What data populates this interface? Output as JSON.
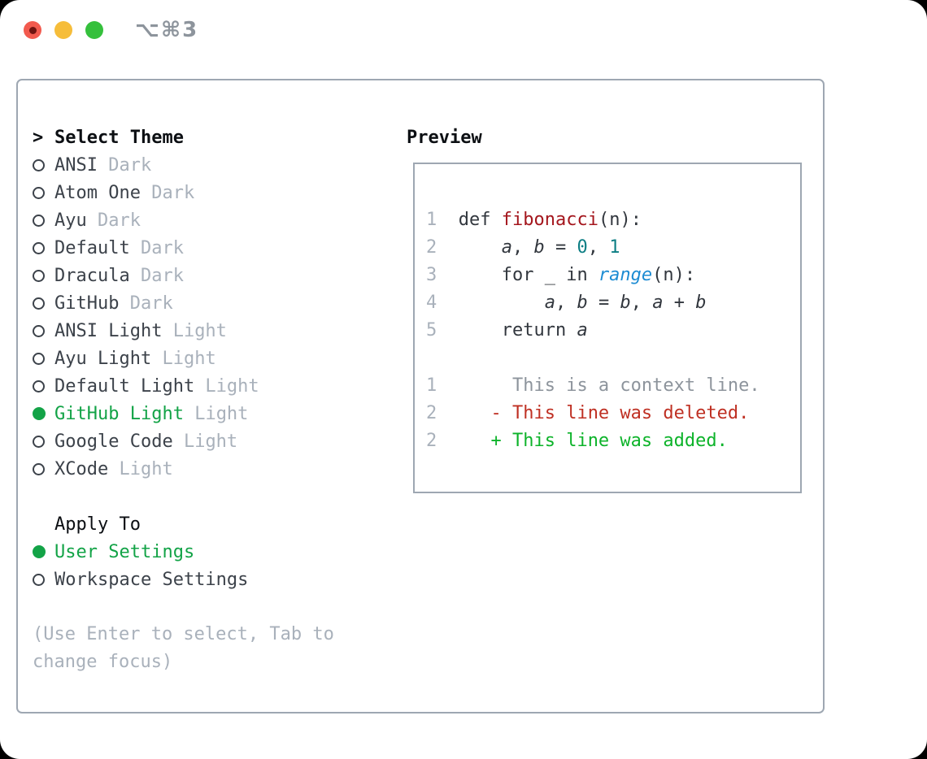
{
  "window": {
    "shortcut": "⌥⌘3"
  },
  "colors": {
    "accent_green": "#13a347",
    "text_dark": "#3c424a",
    "text_black": "#0c0f13",
    "muted_gray": "#a9b1bb",
    "hint_gray": "#a9b1bb",
    "border_gray": "#9ea7b2",
    "code_plain": "#32373e",
    "line_number": "#a9b1bb",
    "func_red": "#a4161d",
    "number_teal": "#0d7e84",
    "builtin_blue": "#1d8cd3",
    "context_gray": "#8d949c",
    "deleted_red": "#bf3023",
    "added_green": "#0db32a",
    "traffic_red": "#f25a4e",
    "traffic_red_dot": "#701410",
    "traffic_yellow": "#f6bd3a",
    "traffic_green": "#35c03c",
    "shortcut_gray": "#8d949c"
  },
  "theme_list": {
    "header_prefix": ">",
    "header": "Select Theme",
    "items": [
      {
        "name": "ANSI",
        "variant": "Dark",
        "selected": false
      },
      {
        "name": "Atom One",
        "variant": "Dark",
        "selected": false
      },
      {
        "name": "Ayu",
        "variant": "Dark",
        "selected": false
      },
      {
        "name": "Default",
        "variant": "Dark",
        "selected": false
      },
      {
        "name": "Dracula",
        "variant": "Dark",
        "selected": false
      },
      {
        "name": "GitHub",
        "variant": "Dark",
        "selected": false
      },
      {
        "name": "ANSI Light",
        "variant": "Light",
        "selected": false
      },
      {
        "name": "Ayu Light",
        "variant": "Light",
        "selected": false
      },
      {
        "name": "Default Light",
        "variant": "Light",
        "selected": false
      },
      {
        "name": "GitHub Light",
        "variant": "Light",
        "selected": true
      },
      {
        "name": "Google Code",
        "variant": "Light",
        "selected": false
      },
      {
        "name": "XCode",
        "variant": "Light",
        "selected": false
      }
    ]
  },
  "apply_to": {
    "header": "Apply To",
    "items": [
      {
        "name": "User Settings",
        "selected": true
      },
      {
        "name": "Workspace Settings",
        "selected": false
      }
    ]
  },
  "hint": {
    "text": "(Use Enter to select, Tab to change focus)"
  },
  "preview": {
    "header": "Preview",
    "lines": [
      {
        "segments": [
          [
            "1  ",
            "ln"
          ],
          [
            "def ",
            "p"
          ],
          [
            "fibonacci",
            "fn"
          ],
          [
            "(n):",
            "p"
          ]
        ]
      },
      {
        "segments": [
          [
            "2  ",
            "ln"
          ],
          [
            "    ",
            "p"
          ],
          [
            "a",
            "v"
          ],
          [
            ", ",
            "p"
          ],
          [
            "b",
            "v"
          ],
          [
            " = ",
            "p"
          ],
          [
            "0",
            "num"
          ],
          [
            ", ",
            "p"
          ],
          [
            "1",
            "num"
          ]
        ]
      },
      {
        "segments": [
          [
            "3  ",
            "ln"
          ],
          [
            "    for _ in ",
            "p"
          ],
          [
            "range",
            "bi"
          ],
          [
            "(n):",
            "p"
          ]
        ]
      },
      {
        "segments": [
          [
            "4  ",
            "ln"
          ],
          [
            "        ",
            "p"
          ],
          [
            "a",
            "v"
          ],
          [
            ", ",
            "p"
          ],
          [
            "b",
            "v"
          ],
          [
            " = ",
            "p"
          ],
          [
            "b",
            "v"
          ],
          [
            ", ",
            "p"
          ],
          [
            "a",
            "v"
          ],
          [
            " + ",
            "p"
          ],
          [
            "b",
            "v"
          ]
        ]
      },
      {
        "segments": [
          [
            "5  ",
            "ln"
          ],
          [
            "    return ",
            "p"
          ],
          [
            "a",
            "v"
          ]
        ]
      },
      {
        "segments": []
      },
      {
        "segments": [
          [
            "1",
            "ln"
          ],
          [
            "       ",
            "p"
          ],
          [
            "This is a context line.",
            "ctx"
          ]
        ]
      },
      {
        "segments": [
          [
            "2",
            "ln"
          ],
          [
            "     ",
            "p"
          ],
          [
            "- This line was deleted.",
            "del"
          ]
        ]
      },
      {
        "segments": [
          [
            "2",
            "ln"
          ],
          [
            "     ",
            "p"
          ],
          [
            "+ This line was added.",
            "add"
          ]
        ]
      }
    ]
  }
}
